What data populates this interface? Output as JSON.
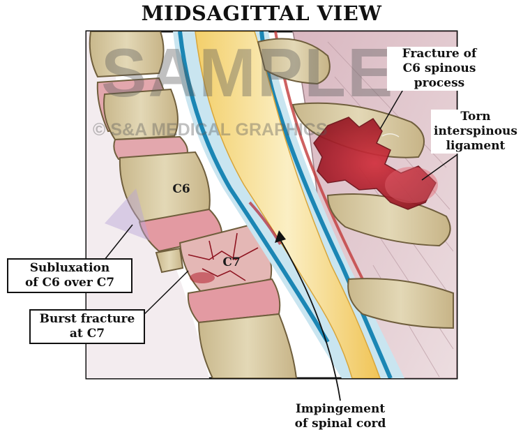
{
  "title": "MIDSAGITTAL VIEW",
  "watermark": {
    "main": "SAMPLE",
    "sub": "© S&A MEDICAL GRAPHICS"
  },
  "vertebra_labels": {
    "c6": "C6",
    "c7": "C7"
  },
  "callouts": {
    "c6_spinous": [
      "Fracture of",
      "C6 spinous",
      "process"
    ],
    "interspinous": [
      "Torn",
      "interspinous",
      "ligament"
    ],
    "subluxation": [
      "Subluxation",
      "of C6 over C7"
    ],
    "burst": [
      "Burst fracture",
      "at C7"
    ],
    "impingement": [
      "Impingement",
      "of spinal cord"
    ]
  },
  "colors": {
    "bone": "#dccfa8",
    "disc": "#e6a9ae",
    "spinal_cord": "#f6d98a",
    "dura": "#1b86b4",
    "muscle": "#e0c9cf",
    "injury": "#b3202d"
  }
}
